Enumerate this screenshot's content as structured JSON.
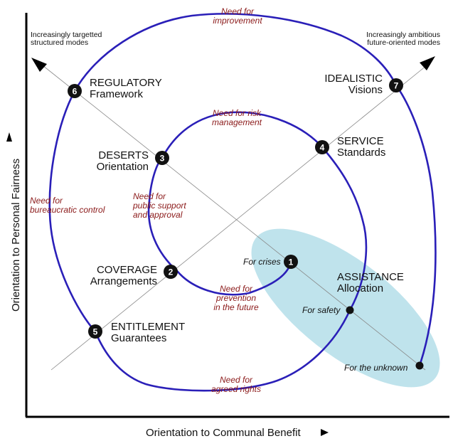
{
  "corner_labels": {
    "left": [
      "Increasingly targetted",
      "structured modes"
    ],
    "right": [
      "Increasingly ambitious",
      "future-oriented modes"
    ]
  },
  "axes": {
    "x": "Orientation to Communal Benefit",
    "y": "Orientation to Personal Fairness"
  },
  "modes": [
    {
      "num": "1",
      "lines": []
    },
    {
      "num": "2",
      "lines": [
        "COVERAGE",
        "Arrangements"
      ]
    },
    {
      "num": "3",
      "lines": [
        "DESERTS",
        "Orientation"
      ]
    },
    {
      "num": "4",
      "lines": [
        "SERVICE",
        "Standards"
      ]
    },
    {
      "num": "5",
      "lines": [
        "ENTITLEMENT",
        "Guarantees"
      ]
    },
    {
      "num": "6",
      "lines": [
        "REGULATORY",
        "Framework"
      ]
    },
    {
      "num": "7",
      "lines": [
        "IDEALISTIC",
        "Visions"
      ]
    }
  ],
  "assistance": [
    "ASSISTANCE",
    "Allocation"
  ],
  "needs": {
    "improvement": [
      "Need for",
      "improvement"
    ],
    "risk": [
      "Need for risk",
      "management"
    ],
    "public": [
      "Need for",
      "public support",
      "and approval"
    ],
    "bureaucratic": [
      "Need for",
      "bureaucratic control"
    ],
    "prevention": [
      "Need for",
      "prevention",
      "in the future"
    ],
    "rights": [
      "Need for",
      "agreed rights"
    ]
  },
  "points": {
    "crises": "For crises",
    "safety": "For safety",
    "unknown": "For the unknown"
  },
  "colors": {
    "spiral": "#2a1fb8",
    "need_text": "#8b1a1a",
    "ellipse": "#bfe3ec",
    "node": "#111111"
  }
}
